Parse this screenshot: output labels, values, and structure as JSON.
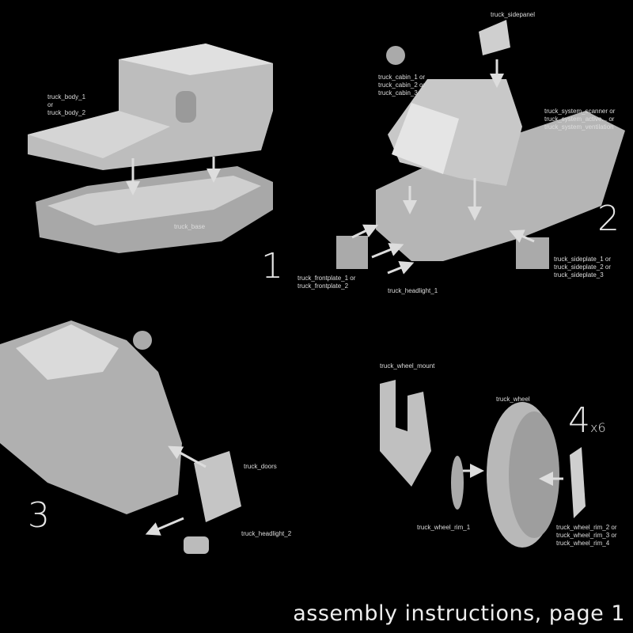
{
  "title": "assembly instructions, page 1",
  "steps": [
    {
      "number": "1",
      "labels": [
        "truck_body_1",
        "or",
        "truck_body_2",
        "truck_base"
      ]
    },
    {
      "number": "2",
      "labels": [
        "truck_sidepanel",
        "truck_cabin_1 or",
        "truck_cabin_2 or",
        "truck_cabin_3",
        "truck_system_scanner or",
        "truck_system_active... or",
        "truck_system_ventilation",
        "truck_sideplate_1 or",
        "truck_sideplate_2 or",
        "truck_sideplate_3",
        "truck_frontplate_1 or",
        "truck_frontplate_2",
        "truck_headlight_1"
      ]
    },
    {
      "number": "3",
      "labels": [
        "truck_doors",
        "truck_headlight_2"
      ]
    },
    {
      "number": "4",
      "multiplier": "x6",
      "labels": [
        "truck_wheel_mount",
        "truck_wheel",
        "truck_wheel_rim_1",
        "truck_wheel_rim_2 or",
        "truck_wheel_rim_3 or",
        "truck_wheel_rim_4"
      ]
    }
  ]
}
